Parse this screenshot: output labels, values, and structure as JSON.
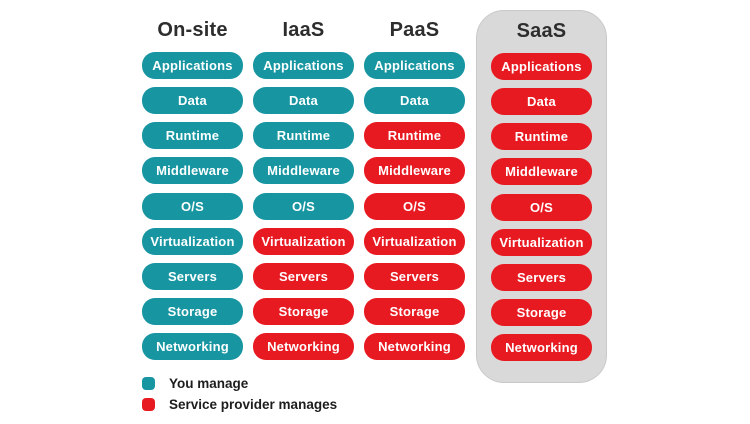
{
  "colors": {
    "you_manage": "#1796a2",
    "provider_manages": "#e81a21",
    "saas_panel_bg": "#d9d9d9",
    "saas_panel_border": "#c9c9c9",
    "heading_text": "#2d2d2d",
    "legend_text": "#1d1d1d"
  },
  "columns": [
    {
      "name": "On-site",
      "panel": false,
      "layers": [
        {
          "label": "Applications",
          "managed": "you"
        },
        {
          "label": "Data",
          "managed": "you"
        },
        {
          "label": "Runtime",
          "managed": "you"
        },
        {
          "label": "Middleware",
          "managed": "you"
        },
        {
          "label": "O/S",
          "managed": "you"
        },
        {
          "label": "Virtualization",
          "managed": "you"
        },
        {
          "label": "Servers",
          "managed": "you"
        },
        {
          "label": "Storage",
          "managed": "you"
        },
        {
          "label": "Networking",
          "managed": "you"
        }
      ]
    },
    {
      "name": "IaaS",
      "panel": false,
      "layers": [
        {
          "label": "Applications",
          "managed": "you"
        },
        {
          "label": "Data",
          "managed": "you"
        },
        {
          "label": "Runtime",
          "managed": "you"
        },
        {
          "label": "Middleware",
          "managed": "you"
        },
        {
          "label": "O/S",
          "managed": "you"
        },
        {
          "label": "Virtualization",
          "managed": "provider"
        },
        {
          "label": "Servers",
          "managed": "provider"
        },
        {
          "label": "Storage",
          "managed": "provider"
        },
        {
          "label": "Networking",
          "managed": "provider"
        }
      ]
    },
    {
      "name": "PaaS",
      "panel": false,
      "layers": [
        {
          "label": "Applications",
          "managed": "you"
        },
        {
          "label": "Data",
          "managed": "you"
        },
        {
          "label": "Runtime",
          "managed": "provider"
        },
        {
          "label": "Middleware",
          "managed": "provider"
        },
        {
          "label": "O/S",
          "managed": "provider"
        },
        {
          "label": "Virtualization",
          "managed": "provider"
        },
        {
          "label": "Servers",
          "managed": "provider"
        },
        {
          "label": "Storage",
          "managed": "provider"
        },
        {
          "label": "Networking",
          "managed": "provider"
        }
      ]
    },
    {
      "name": "SaaS",
      "panel": true,
      "layers": [
        {
          "label": "Applications",
          "managed": "provider"
        },
        {
          "label": "Data",
          "managed": "provider"
        },
        {
          "label": "Runtime",
          "managed": "provider"
        },
        {
          "label": "Middleware",
          "managed": "provider"
        },
        {
          "label": "O/S",
          "managed": "provider"
        },
        {
          "label": "Virtualization",
          "managed": "provider"
        },
        {
          "label": "Servers",
          "managed": "provider"
        },
        {
          "label": "Storage",
          "managed": "provider"
        },
        {
          "label": "Networking",
          "managed": "provider"
        }
      ]
    }
  ],
  "legend": {
    "items": [
      {
        "label": "You manage",
        "key": "you"
      },
      {
        "label": "Service provider manages",
        "key": "provider"
      }
    ]
  }
}
